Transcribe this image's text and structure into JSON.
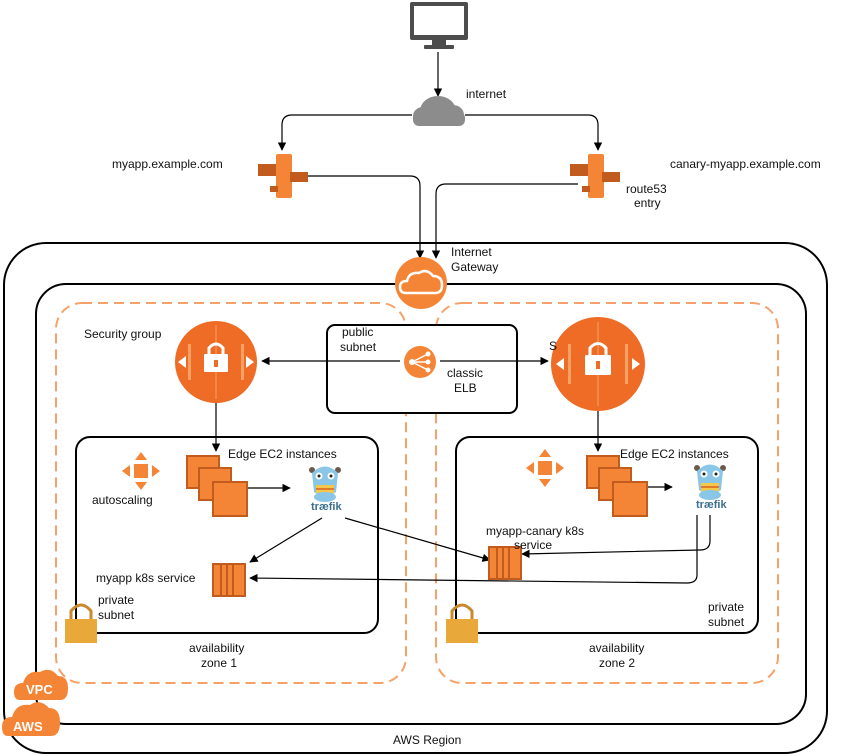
{
  "labels": {
    "internet": "internet",
    "myapp_domain": "myapp.example.com",
    "canary_domain": "canary-myapp.example.com",
    "route53_line1": "route53",
    "route53_line2": "entry",
    "igw_line1": "Internet",
    "igw_line2": "Gateway",
    "security_group": "Security group",
    "public_subnet_line1": "public",
    "public_subnet_line2": "subnet",
    "elb_line1": "classic",
    "elb_line2": "ELB",
    "edge_ec2_1": "Edge EC2 instances",
    "edge_ec2_2": "Edge EC2 instances",
    "autoscaling": "autoscaling",
    "traefik_1": "træfik",
    "traefik_2": "træfik",
    "canary_service_line1": "myapp-canary k8s",
    "canary_service_line2": "service",
    "myapp_service": "myapp k8s service",
    "private_subnet_1_line1": "private",
    "private_subnet_1_line2": "subnet",
    "private_subnet_2_line1": "private",
    "private_subnet_2_line2": "subnet",
    "az1_line1": "availability",
    "az1_line2": "zone 1",
    "az2_line1": "availability",
    "az2_line2": "zone 2",
    "vpc_badge": "VPC",
    "aws_badge": "AWS",
    "aws_region": "AWS Region",
    "sg_cut_char": "S"
  },
  "colors": {
    "aws_orange": "#F58536",
    "aws_orange_dark": "#C25C1E",
    "elb_orange": "#EE6C25",
    "cloud_grey": "#8C8C8C",
    "monitor_grey": "#4D4D4D",
    "dashed_orange": "#F5A26A",
    "line": "#000000"
  }
}
